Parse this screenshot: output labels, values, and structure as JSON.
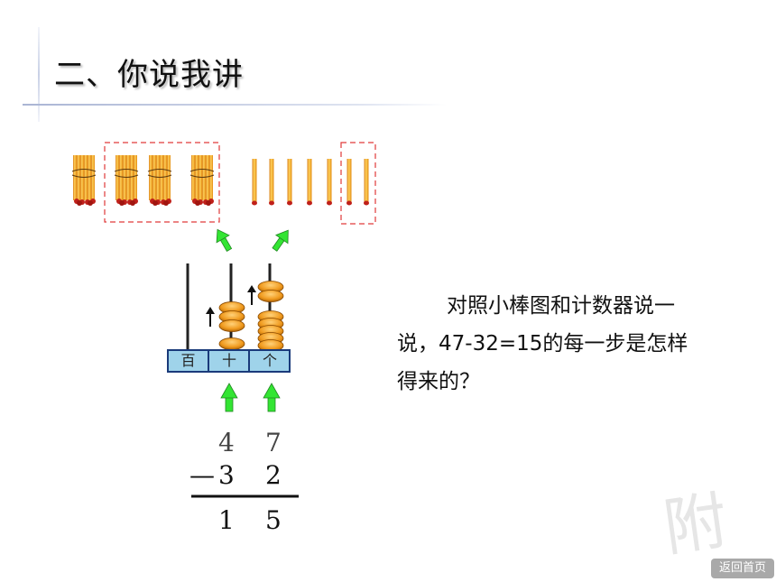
{
  "slide": {
    "title": "二、你说我讲",
    "question": "对照小棒图和计数器说一说，47-32=15的每一步是怎样得来的？",
    "return_button": "返回首页",
    "watermark": "附"
  },
  "abacus": {
    "labels": [
      "百",
      "十",
      "个"
    ],
    "frame_color": "#9fd3ea"
  },
  "calculation": {
    "top": [
      "4",
      "7"
    ],
    "operator": "—",
    "bottom": [
      "3",
      "2"
    ],
    "result": [
      "1",
      "5"
    ]
  },
  "colors": {
    "stick": "#f5a623",
    "bead": "#f0a020",
    "arrow": "#22dd22",
    "dashed": "#e03a3a"
  }
}
